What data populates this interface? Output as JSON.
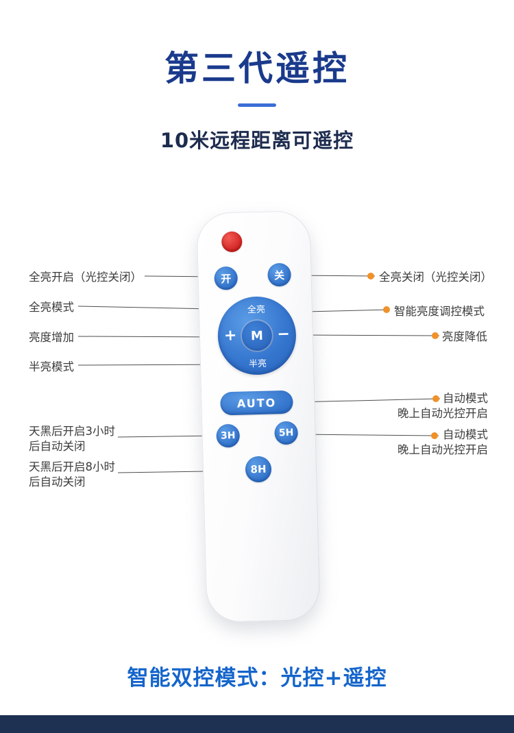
{
  "header": {
    "title": "第三代遥控",
    "subtitle": "10米远程距离可遥控"
  },
  "remote": {
    "on": "开",
    "off": "关",
    "full": "全亮",
    "half": "半亮",
    "plus": "+",
    "minus": "−",
    "mode": "M",
    "auto": "AUTO",
    "t3": "3H",
    "t5": "5H",
    "t8": "8H"
  },
  "annotations": {
    "left": [
      {
        "line1": "全亮开启（光控关闭）"
      },
      {
        "line1": "全亮模式"
      },
      {
        "line1": "亮度增加"
      },
      {
        "line1": "半亮模式"
      },
      {
        "line1": "天黑后开启3小时",
        "line2": "后自动关闭"
      },
      {
        "line1": "天黑后开启8小时",
        "line2": "后自动关闭"
      }
    ],
    "right": [
      {
        "line1": "全亮关闭（光控关闭）"
      },
      {
        "line1": "智能亮度调控模式"
      },
      {
        "line1": "亮度降低"
      },
      {
        "line1": "自动模式",
        "line2": "晚上自动光控开启"
      },
      {
        "line1": "自动模式",
        "line2": "晚上自动光控开启"
      }
    ]
  },
  "footer": {
    "caption": "智能双控模式：光控+遥控"
  },
  "colors": {
    "title_blue": "#1a3a8c",
    "subtitle_navy": "#1d2b4e",
    "button_blue": "#3478d0",
    "led_red": "#d92a2a",
    "dot_orange": "#f0912a",
    "caption_blue": "#1565cb",
    "footer_navy": "#1e3152"
  }
}
